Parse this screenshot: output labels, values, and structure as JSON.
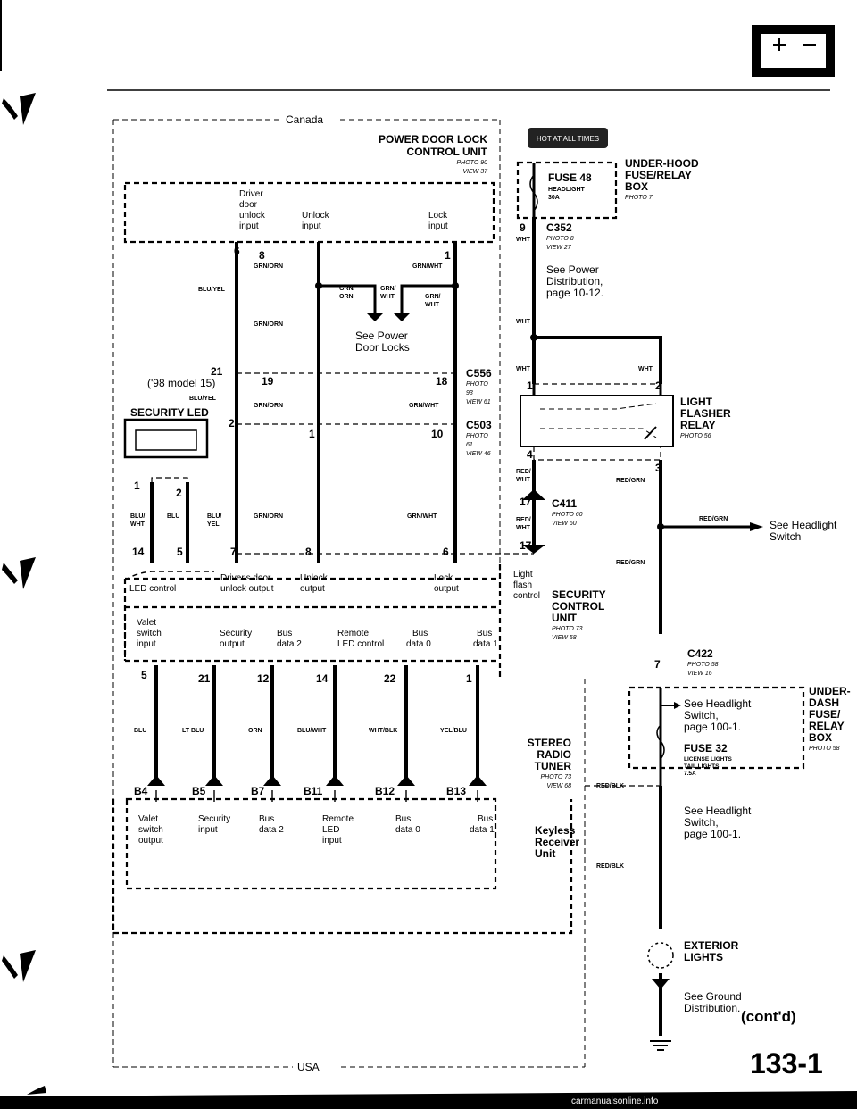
{
  "page": {
    "page_number": "133-1",
    "continued": "(cont'd)",
    "watermark": "carmanualsonline.info"
  },
  "regions": {
    "top": "Canada",
    "bottom": "USA"
  },
  "power_door_lock_unit": {
    "title_1": "POWER DOOR LOCK",
    "title_2": "CONTROL UNIT",
    "photo": "PHOTO 90",
    "view": "VIEW 37",
    "col1": [
      "Driver",
      "door",
      "unlock",
      "input"
    ],
    "col2": [
      "Unlock",
      "input"
    ],
    "col3": [
      "Lock",
      "input"
    ]
  },
  "hot_badge": "HOT AT ALL TIMES",
  "fuse48": {
    "name": "FUSE 48",
    "sub": "HEADLIGHT",
    "amp": "30A"
  },
  "under_hood_box": {
    "line1": "UNDER-HOOD",
    "line2": "FUSE/RELAY",
    "line3": "BOX",
    "photo": "PHOTO 7"
  },
  "c352": {
    "pin": "9",
    "wire": "WHT",
    "name": "C352",
    "photo": "PHOTO 8",
    "view": "VIEW 27"
  },
  "see_power_dist": [
    "See Power",
    "Distribution,",
    "page 10-12."
  ],
  "see_power_door_locks": [
    "See Power",
    "Door Locks"
  ],
  "wire_labels": {
    "grn_orn": "GRN/ORN",
    "grn_wht": "GRN/WHT",
    "blu_yel": "BLU/YEL",
    "grn_orn2a": "GRN/",
    "grn_orn2b": "ORN",
    "grn_wht2a": "GRN/",
    "grn_wht2b": "WHT",
    "wht": "WHT",
    "red_grn": "RED/GRN",
    "red_wht_a": "RED/",
    "red_wht_b": "WHT",
    "blu_wht_a": "BLU/",
    "blu_wht_b": "WHT",
    "blu": "BLU",
    "blu_yel_a": "BLU/",
    "blu_yel_b": "YEL",
    "lt_blu": "LT BLU",
    "orn": "ORN",
    "blu_wht": "BLU/WHT",
    "wht_blk": "WHT/BLK",
    "yel_blu": "YEL/BLU",
    "red_blk": "RED/BLK"
  },
  "pins": {
    "p6": "6",
    "p8": "8",
    "p1": "1",
    "p21": "21",
    "p19": "19",
    "p18": "18",
    "p2": "2",
    "p1b": "1",
    "p10": "10",
    "p14": "14",
    "p5": "5",
    "p7": "7",
    "p8b": "8",
    "p6b": "6",
    "p4": "4",
    "p3": "3",
    "p17": "17",
    "p17b": "17",
    "p1c": "1",
    "p2c": "2",
    "p2d": "2",
    "p7c": "7",
    "s5": "5",
    "s21": "21",
    "s12": "12",
    "s14": "14",
    "s22": "22",
    "s1": "1",
    "b4": "B4",
    "b5": "B5",
    "b7": "B7",
    "b11": "B11",
    "b12": "B12",
    "b13": "B13"
  },
  "c556": {
    "name": "C556",
    "photo": "PHOTO",
    "num": "93",
    "view": "VIEW 61"
  },
  "c503": {
    "name": "C503",
    "photo": "PHOTO",
    "num": "61",
    "view": "VIEW 46"
  },
  "c411": {
    "name": "C411",
    "photo": "PHOTO 60",
    "view": "VIEW 60"
  },
  "c422": {
    "name": "C422",
    "photo": "PHOTO 58",
    "view": "VIEW 16"
  },
  "model_note": "('98 model 15)",
  "security_led": "SECURITY LED",
  "led_control": "LED control",
  "security_unit_labels": {
    "drivers_door": "Driver's door",
    "unlock_output": "unlock output",
    "unlock": "Unlock",
    "output": "output",
    "lock": "Lock",
    "lock_output": "output",
    "light": "Light",
    "flash": "flash",
    "control": "control",
    "valet": "Valet",
    "switch": "switch",
    "input": "input",
    "security": "Security",
    "security_output": "output",
    "bus": "Bus",
    "data2": "data 2",
    "remote": "Remote",
    "led_ctrl": "LED control",
    "bus_b": "Bus",
    "data0": "data 0",
    "bus_c": "Bus",
    "data1": "data 1"
  },
  "security_control_unit": {
    "line1": "SECURITY",
    "line2": "CONTROL",
    "line3": "UNIT",
    "photo": "PHOTO 73",
    "view": "VIEW 58"
  },
  "light_flasher_relay": {
    "line1": "LIGHT",
    "line2": "FLASHER",
    "line3": "RELAY",
    "photo": "PHOTO 56"
  },
  "see_headlight_switch": [
    "See Headlight",
    "Switch"
  ],
  "under_dash_box": {
    "see": [
      "See Headlight",
      "Switch,",
      "page 100-1."
    ],
    "fuse": "FUSE 32",
    "fuse_sub1": "LICENSE LIGHTS",
    "fuse_sub2": "TAIL LIGHTS",
    "fuse_amp": "7.5A",
    "line1": "UNDER-",
    "line2": "DASH",
    "line3": "FUSE/",
    "line4": "RELAY",
    "line5": "BOX",
    "photo": "PHOTO 58"
  },
  "stereo": {
    "line1": "STEREO",
    "line2": "RADIO",
    "line3": "TUNER",
    "photo": "PHOTO 73",
    "view": "VIEW 68"
  },
  "keyless": {
    "line1": "Keyless",
    "line2": "Receiver",
    "line3": "Unit",
    "c1": [
      "Valet",
      "switch",
      "output"
    ],
    "c2": [
      "Security",
      "input"
    ],
    "c3": [
      "Bus",
      "data 2"
    ],
    "c4": [
      "Remote",
      "LED",
      "input"
    ],
    "c5": [
      "Bus",
      "data 0"
    ],
    "c6": [
      "Bus",
      "data 1"
    ]
  },
  "see_headlight_switch2": [
    "See Headlight",
    "Switch,",
    "page 100-1."
  ],
  "exterior_lights": [
    "EXTERIOR",
    "LIGHTS"
  ],
  "see_ground": [
    "See Ground",
    "Distribution."
  ]
}
